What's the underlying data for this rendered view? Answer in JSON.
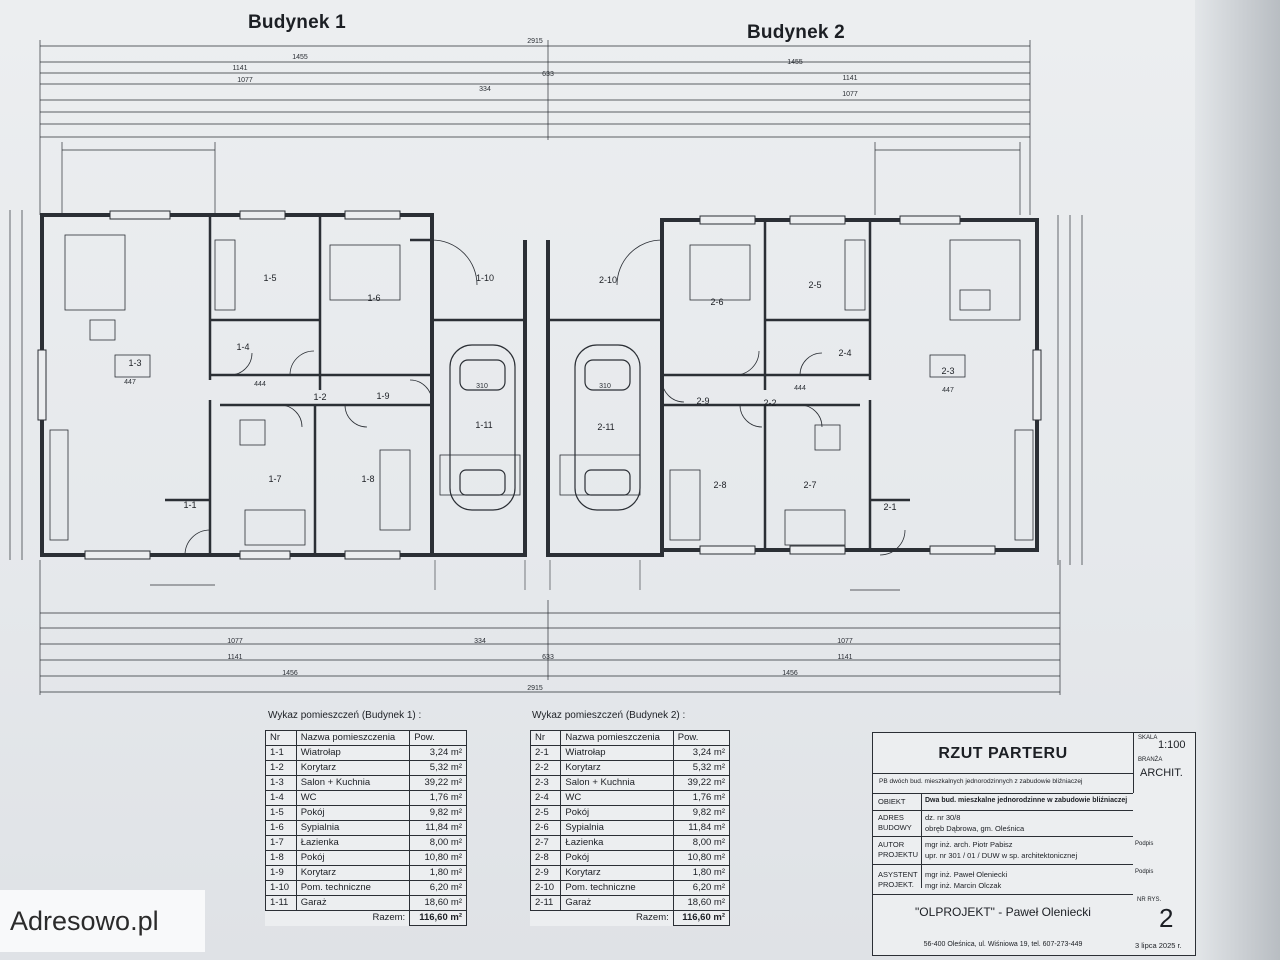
{
  "drawing": {
    "building_1_title": "Budynek 1",
    "building_2_title": "Budynek 2",
    "dim_overall_top": "2915",
    "dim_half_top_1": "1455",
    "dim_half_top_2": "1455",
    "dim_unit_top_1": "1141",
    "dim_unit_top_2": "1141",
    "dim_inner_top_1": "1077",
    "dim_inner_top_2": "1077",
    "dim_middle_top": "633",
    "dim_garages_top": "334",
    "dim_overall_bottom": "2915",
    "dim_half_bottom_1": "1456",
    "dim_half_bottom_2": "1456",
    "dim_unit_bottom_1": "1141",
    "dim_unit_bottom_2": "1141",
    "dim_inner_bottom_1": "1077",
    "dim_inner_bottom_2": "1077",
    "dim_middle_bottom": "633",
    "dim_garages_bottom": "334",
    "rooms": {
      "r1_1": "1-1",
      "r1_2": "1-2",
      "r1_3": "1-3",
      "r1_4": "1-4",
      "r1_5": "1-5",
      "r1_6": "1-6",
      "r1_7": "1-7",
      "r1_8": "1-8",
      "r1_9": "1-9",
      "r1_10": "1-10",
      "r1_11": "1-11",
      "r2_1": "2-1",
      "r2_2": "2-2",
      "r2_3": "2-3",
      "r2_4": "2-4",
      "r2_5": "2-5",
      "r2_6": "2-6",
      "r2_7": "2-7",
      "r2_8": "2-8",
      "r2_9": "2-9",
      "r2_10": "2-10",
      "r2_11": "2-11"
    },
    "inner_dims": {
      "living_width_1": "447",
      "living_width_2": "447",
      "corridor_1": "444",
      "corridor_2": "444",
      "garage_width_1": "310",
      "garage_width_2": "310"
    }
  },
  "table_b1": {
    "caption": "Wykaz pomieszczeń (Budynek 1) :",
    "headers": [
      "Nr",
      "Nazwa pomieszczenia",
      "Pow."
    ],
    "rows": [
      [
        "1-1",
        "Wiatrołap",
        "3,24 m²"
      ],
      [
        "1-2",
        "Korytarz",
        "5,32 m²"
      ],
      [
        "1-3",
        "Salon + Kuchnia",
        "39,22 m²"
      ],
      [
        "1-4",
        "WC",
        "1,76 m²"
      ],
      [
        "1-5",
        "Pokój",
        "9,82 m²"
      ],
      [
        "1-6",
        "Sypialnia",
        "11,84 m²"
      ],
      [
        "1-7",
        "Łazienka",
        "8,00 m²"
      ],
      [
        "1-8",
        "Pokój",
        "10,80 m²"
      ],
      [
        "1-9",
        "Korytarz",
        "1,80 m²"
      ],
      [
        "1-10",
        "Pom. techniczne",
        "6,20 m²"
      ],
      [
        "1-11",
        "Garaż",
        "18,60 m²"
      ]
    ],
    "total_label": "Razem:",
    "total_value": "116,60 m²"
  },
  "table_b2": {
    "caption": "Wykaz pomieszczeń (Budynek 2) :",
    "headers": [
      "Nr",
      "Nazwa pomieszczenia",
      "Pow."
    ],
    "rows": [
      [
        "2-1",
        "Wiatrołap",
        "3,24 m²"
      ],
      [
        "2-2",
        "Korytarz",
        "5,32 m²"
      ],
      [
        "2-3",
        "Salon + Kuchnia",
        "39,22 m²"
      ],
      [
        "2-4",
        "WC",
        "1,76 m²"
      ],
      [
        "2-5",
        "Pokój",
        "9,82 m²"
      ],
      [
        "2-6",
        "Sypialnia",
        "11,84 m²"
      ],
      [
        "2-7",
        "Łazienka",
        "8,00 m²"
      ],
      [
        "2-8",
        "Pokój",
        "10,80 m²"
      ],
      [
        "2-9",
        "Korytarz",
        "1,80 m²"
      ],
      [
        "2-10",
        "Pom. techniczne",
        "6,20 m²"
      ],
      [
        "2-11",
        "Garaż",
        "18,60 m²"
      ]
    ],
    "total_label": "Razem:",
    "total_value": "116,60 m²"
  },
  "title_block": {
    "title": "RZUT PARTERU",
    "scale_label": "SKALA",
    "scale": "1:100",
    "branch_label": "BRANŻA",
    "branch": "ARCHIT.",
    "subtitle": "PB dwóch bud. mieszkalnych jednorodzinnych z zabudowie bliźniaczej",
    "object_label": "OBIEKT",
    "object_value": "Dwa bud. mieszkalne jednorodzinne w zabudowie bliźniaczej",
    "address_label_1": "ADRES",
    "address_label_2": "BUDOWY",
    "address_value_1": "dz. nr 30/8",
    "address_value_2": "obręb Dąbrowa, gm. Oleśnica",
    "author_label_1": "AUTOR",
    "author_label_2": "PROJEKTU",
    "author_value_1": "mgr inż. arch. Piotr Pabisz",
    "author_value_2": "upr. nr 301 / 01 / DUW w sp. architektonicznej",
    "assistant_label_1": "ASYSTENT",
    "assistant_label_2": "PROJEKT.",
    "assistant_value_1": "mgr inż. Paweł Oleniecki",
    "assistant_value_2": "mgr inż. Marcin Olczak",
    "sign_label_1": "Podpis",
    "sign_label_2": "Podpis",
    "firm": "\"OLPROJEKT\" - Paweł Oleniecki",
    "sheet_label": "NR RYS.",
    "sheet_no": "2",
    "address_line": "56-400 Oleśnica, ul. Wiśniowa 19, tel. 607-273-449",
    "date": "3 lipca 2025 r."
  },
  "watermark": {
    "text": "Adresowo.pl"
  }
}
